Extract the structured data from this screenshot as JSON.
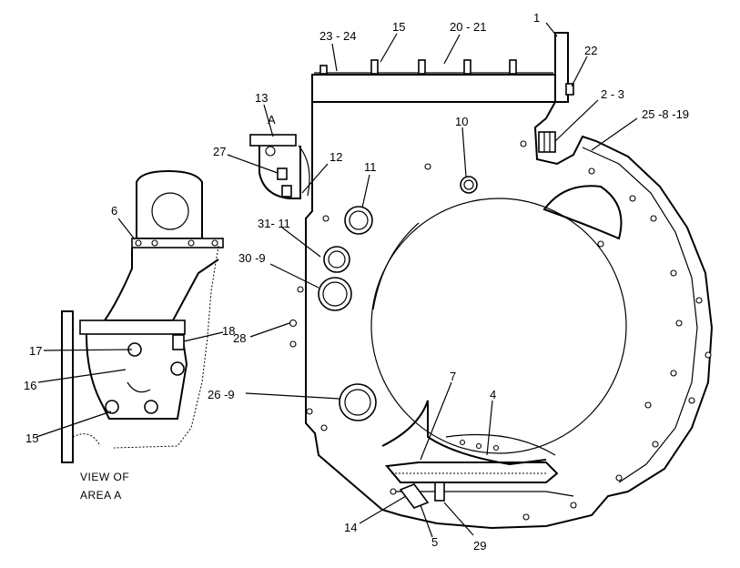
{
  "callouts": {
    "c1": "1",
    "c22": "22",
    "c2_3": "2 - 3",
    "c25_8_19": "25 -8 -19",
    "c20_21": "20  - 21",
    "c15_top": "15",
    "c23_24": "23 - 24",
    "c13": "13",
    "cA": "A",
    "c27": "27",
    "c12": "12",
    "c10": "10",
    "c11": "11",
    "c31_11": "31- 11",
    "c30_9": "30  -9",
    "c28": "28",
    "c26_9": "26  -9",
    "c7": "7",
    "c4": "4",
    "c14": "14",
    "c5": "5",
    "c29": "29",
    "c6": "6",
    "c17": "17",
    "c18": "18",
    "c16": "16",
    "c15_left": "15"
  },
  "caption": {
    "line1": "VIEW  OF",
    "line2": "AREA  A"
  }
}
